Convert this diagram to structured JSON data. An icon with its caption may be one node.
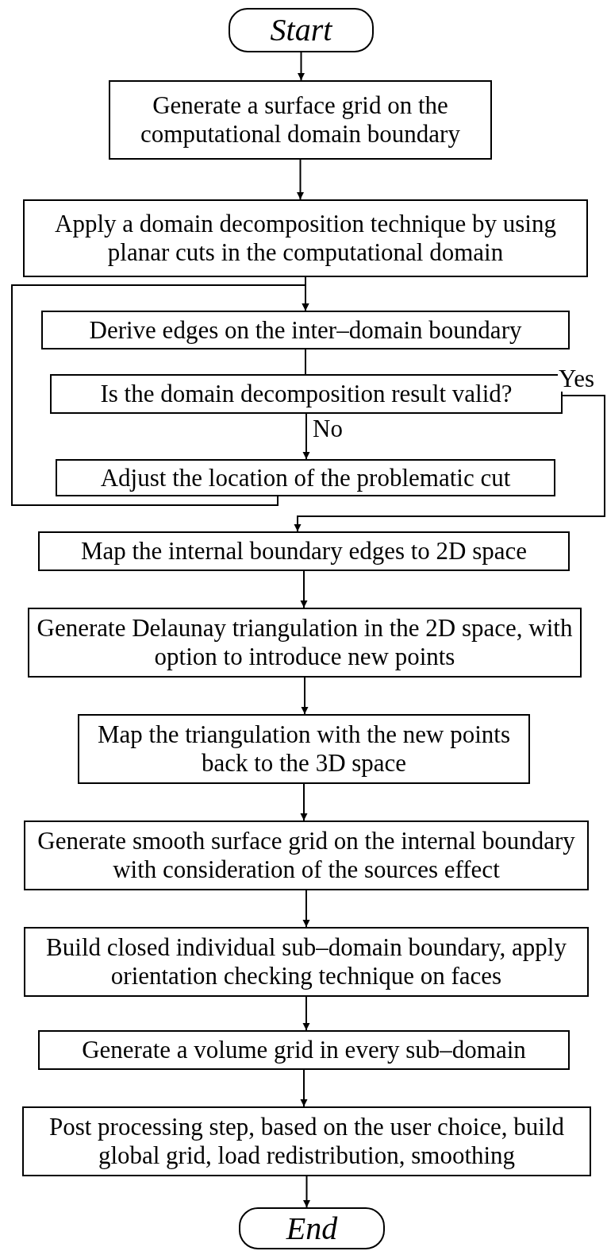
{
  "diagram": {
    "nodes": [
      {
        "text": [
          "Start"
        ]
      },
      {
        "text": [
          "Generate a surface grid on the computational domain boundary"
        ]
      },
      {
        "text": [
          "Apply a domain decomposition technique by using planar cuts in the computational domain"
        ]
      },
      {
        "text": [
          "Derive edges on the inter–domain boundary"
        ]
      },
      {
        "text": [
          "Is the domain decomposition result valid?"
        ]
      },
      {
        "text": [
          "Adjust the location of the problematic cut"
        ]
      },
      {
        "text": [
          "Map the internal boundary edges to 2D space"
        ]
      },
      {
        "text": [
          "Generate Delaunay triangulation in the 2D space, with option to introduce new points"
        ]
      },
      {
        "text": [
          "Map the triangulation with the new points back to the 3D space"
        ]
      },
      {
        "text": [
          "Generate smooth surface grid on the internal boundary with consideration of the sources effect"
        ]
      },
      {
        "text": [
          "Build closed individual sub–domain boundary, apply orientation checking technique on faces"
        ]
      },
      {
        "text": [
          "Generate a volume grid in every sub–domain"
        ]
      },
      {
        "text": [
          "Post processing step, based on the user choice, build global grid, load redistribution, smoothing"
        ]
      },
      {
        "text": [
          "End"
        ]
      }
    ],
    "edges": [
      {
        "from": 0,
        "to": 1,
        "arrow": "to"
      },
      {
        "from": 1,
        "to": 2,
        "arrow": "to"
      },
      {
        "from": 2,
        "to": 3,
        "arrow": "to"
      },
      {
        "from": 3,
        "to": 4,
        "arrow": "none"
      },
      {
        "from": 4,
        "to": 5,
        "arrow": "to",
        "label": "No"
      },
      {
        "from": 5,
        "to": 3,
        "arrow": "to"
      },
      {
        "from": 4,
        "to": 6,
        "arrow": "to",
        "label": "Yes"
      },
      {
        "from": 6,
        "to": 7,
        "arrow": "to"
      },
      {
        "from": 7,
        "to": 8,
        "arrow": "to"
      },
      {
        "from": 8,
        "to": 9,
        "arrow": "to"
      },
      {
        "from": 9,
        "to": 10,
        "arrow": "to"
      },
      {
        "from": 10,
        "to": 11,
        "arrow": "to"
      },
      {
        "from": 11,
        "to": 12,
        "arrow": "to"
      },
      {
        "from": 12,
        "to": 13,
        "arrow": "to"
      }
    ]
  }
}
